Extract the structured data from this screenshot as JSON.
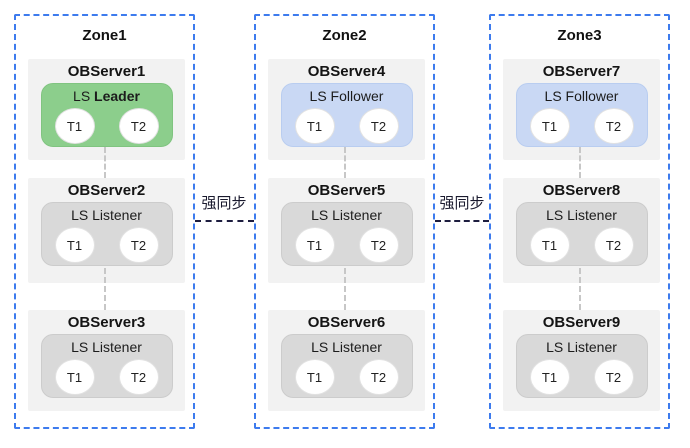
{
  "colors": {
    "zone_border": "#3d7bee",
    "panel_bg": "#f2f2f2",
    "leader_bg": "#8cce8c",
    "follower_bg": "#c9d8f4",
    "listener_bg": "#d9d9d9",
    "connector_dash": "#c7c7c7",
    "sync_dash": "#1d1d3f"
  },
  "zones": [
    {
      "title": "Zone1",
      "servers": [
        {
          "name": "OBServer1",
          "role_prefix": "LS",
          "role_name": "Leader",
          "variant": "leader",
          "tablets": [
            "T1",
            "T2"
          ]
        },
        {
          "name": "OBServer2",
          "role_prefix": "LS",
          "role_name": "Listener",
          "variant": "listener",
          "tablets": [
            "T1",
            "T2"
          ]
        },
        {
          "name": "OBServer3",
          "role_prefix": "LS",
          "role_name": "Listener",
          "variant": "listener",
          "tablets": [
            "T1",
            "T2"
          ]
        }
      ]
    },
    {
      "title": "Zone2",
      "servers": [
        {
          "name": "OBServer4",
          "role_prefix": "LS",
          "role_name": "Follower",
          "variant": "follower",
          "tablets": [
            "T1",
            "T2"
          ]
        },
        {
          "name": "OBServer5",
          "role_prefix": "LS",
          "role_name": "Listener",
          "variant": "listener",
          "tablets": [
            "T1",
            "T2"
          ]
        },
        {
          "name": "OBServer6",
          "role_prefix": "LS",
          "role_name": "Listener",
          "variant": "listener",
          "tablets": [
            "T1",
            "T2"
          ]
        }
      ]
    },
    {
      "title": "Zone3",
      "servers": [
        {
          "name": "OBServer7",
          "role_prefix": "LS",
          "role_name": "Follower",
          "variant": "follower",
          "tablets": [
            "T1",
            "T2"
          ]
        },
        {
          "name": "OBServer8",
          "role_prefix": "LS",
          "role_name": "Listener",
          "variant": "listener",
          "tablets": [
            "T1",
            "T2"
          ]
        },
        {
          "name": "OBServer9",
          "role_prefix": "LS",
          "role_name": "Listener",
          "variant": "listener",
          "tablets": [
            "T1",
            "T2"
          ]
        }
      ]
    }
  ],
  "sync_labels": [
    "强同步",
    "强同步"
  ]
}
